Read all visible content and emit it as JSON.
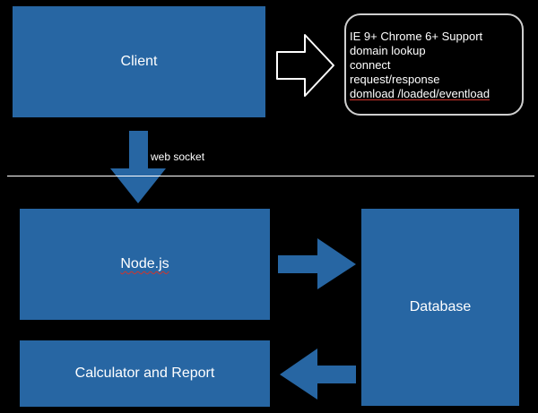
{
  "diagram": {
    "client": {
      "label": "Client"
    },
    "support_note": {
      "lines": [
        "IE 9+ Chrome 6+ Support",
        "domain lookup",
        "connect",
        "request/response",
        "domload  /loaded/eventload"
      ]
    },
    "connection": {
      "label": "web socket"
    },
    "nodejs": {
      "label": "Node.js"
    },
    "database": {
      "label": "Database"
    },
    "calculator": {
      "label": "Calculator and Report"
    }
  },
  "colors": {
    "background": "#000000",
    "box": "#2766a3",
    "text": "#ffffff",
    "note_border": "#cfcfcf"
  }
}
